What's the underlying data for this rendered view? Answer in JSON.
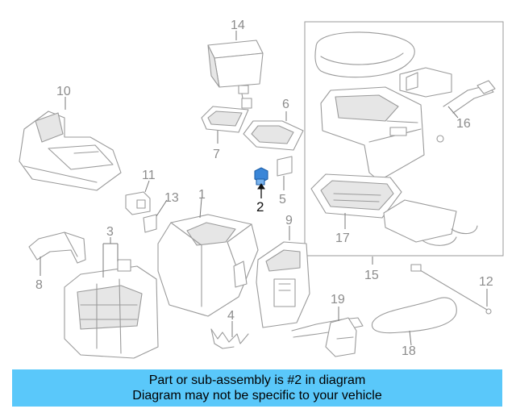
{
  "banner": {
    "line1": "Part or sub-assembly is #2 in diagram",
    "line2": "Diagram may not be specific to your vehicle",
    "background": "#5ac8fa"
  },
  "callouts": {
    "c1": "1",
    "c2": "2",
    "c3": "3",
    "c4": "4",
    "c5": "5",
    "c6": "6",
    "c7": "7",
    "c8": "8",
    "c9": "9",
    "c10": "10",
    "c11": "11",
    "c12": "12",
    "c13": "13",
    "c14": "14",
    "c15": "15",
    "c16": "16",
    "c17": "17",
    "c18": "18",
    "c19": "19"
  },
  "highlighted_part": "2"
}
